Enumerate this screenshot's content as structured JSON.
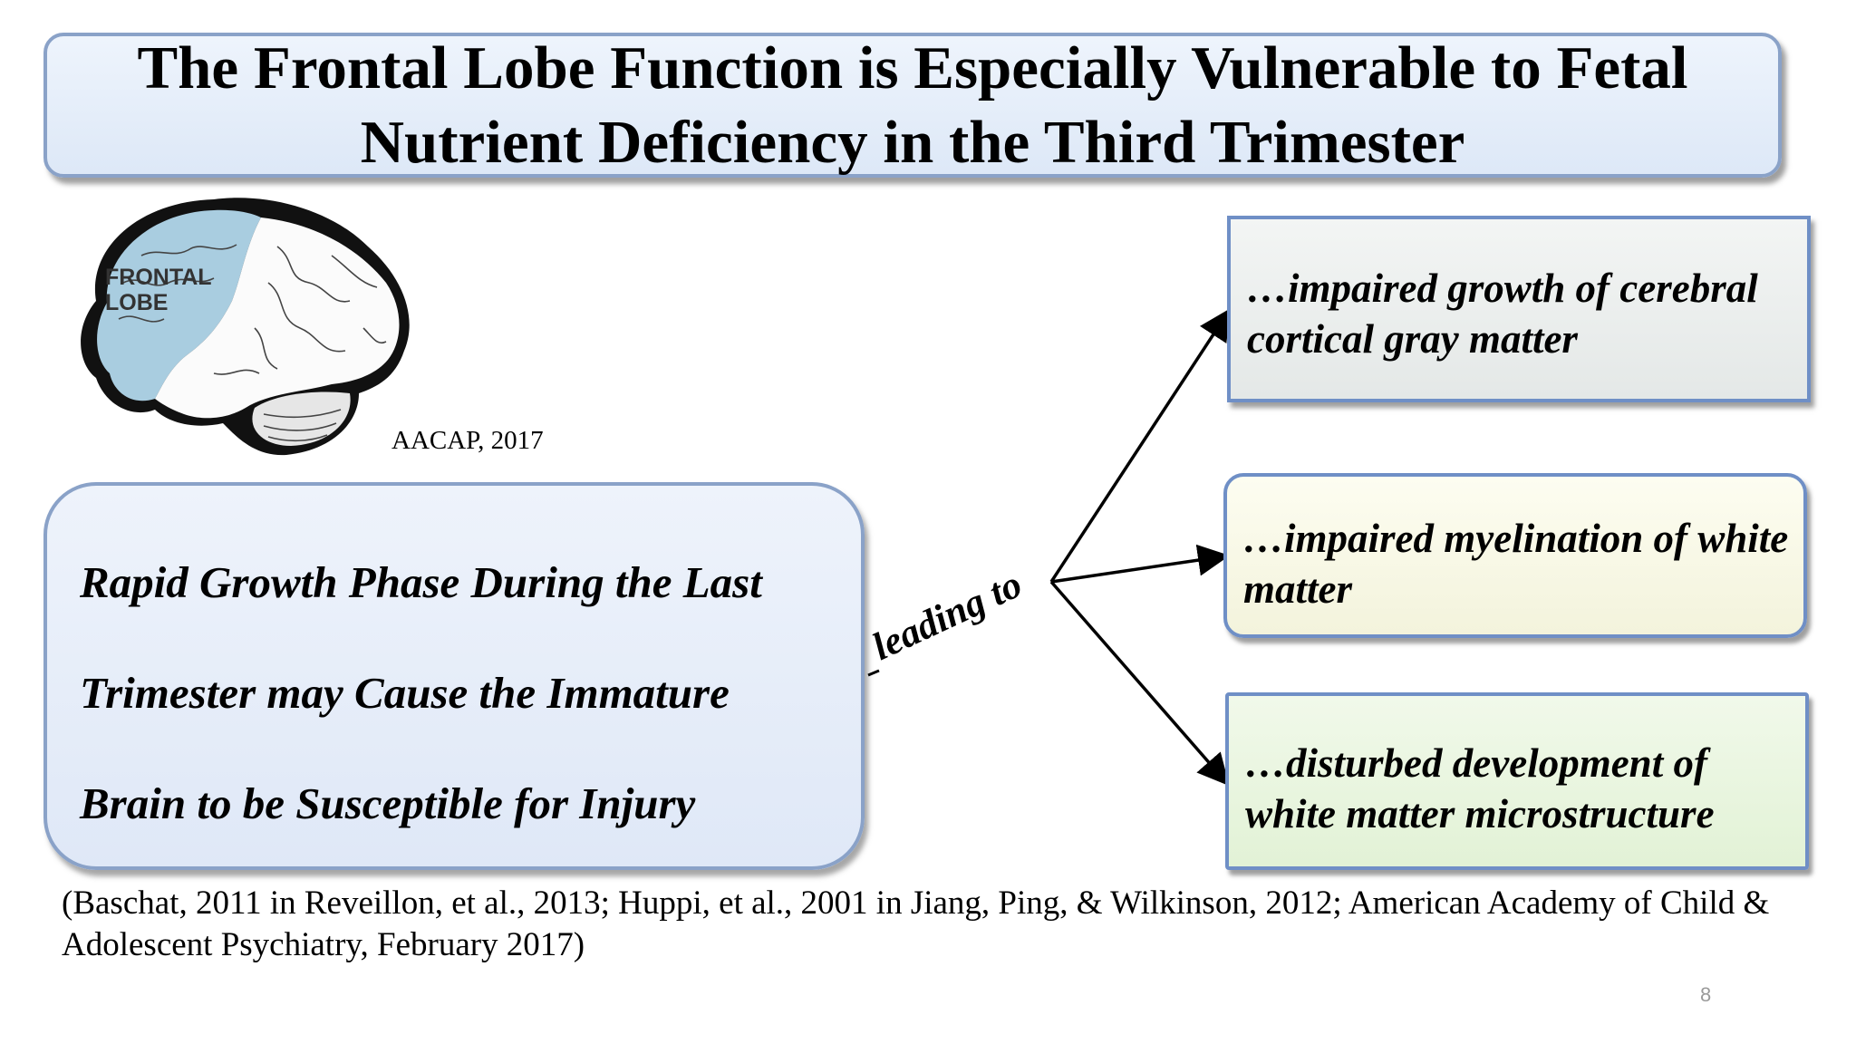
{
  "title": "The Frontal Lobe Function is Especially Vulnerable to Fetal Nutrient Deficiency in the Third Trimester",
  "brain_image": {
    "label_line1": "FRONTAL",
    "label_line2": "LOBE",
    "credit": "AACAP, 2017"
  },
  "left_box": {
    "lines": [
      "Rapid Growth Phase During the Last",
      "Trimester may Cause the Immature",
      "Brain to be Susceptible for Injury"
    ]
  },
  "connector_label": "leading to",
  "outcomes": [
    "…impaired growth of cerebral cortical gray matter",
    "…impaired myelination of white matter",
    "…disturbed development of white matter microstructure"
  ],
  "citation": "(Baschat, 2011 in Reveillon, et al., 2013; Huppi, et al., 2001 in Jiang, Ping, & Wilkinson, 2012; American Academy of Child & Adolescent Psychiatry, February 2017)",
  "page_number": "8",
  "colors": {
    "frontal_lobe": "#a9cde0",
    "box_border": "#6f8fc6"
  }
}
